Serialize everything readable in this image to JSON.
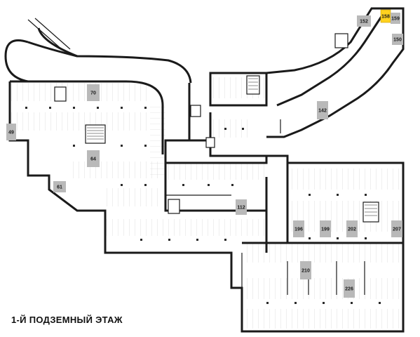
{
  "floor": {
    "title": "1-Й ПОДЗЕМНЫЙ ЭТАЖ"
  },
  "spots": [
    {
      "id": "158",
      "highlighted": true
    },
    {
      "id": "159",
      "highlighted": false
    },
    {
      "id": "152",
      "highlighted": false
    },
    {
      "id": "150",
      "highlighted": false
    },
    {
      "id": "142",
      "highlighted": false
    },
    {
      "id": "70",
      "highlighted": false
    },
    {
      "id": "64",
      "highlighted": false
    },
    {
      "id": "49",
      "highlighted": false
    },
    {
      "id": "61",
      "highlighted": false
    },
    {
      "id": "112",
      "highlighted": false
    },
    {
      "id": "196",
      "highlighted": false
    },
    {
      "id": "199",
      "highlighted": false
    },
    {
      "id": "202",
      "highlighted": false
    },
    {
      "id": "207",
      "highlighted": false
    },
    {
      "id": "210",
      "highlighted": false
    },
    {
      "id": "226",
      "highlighted": false
    }
  ],
  "colors": {
    "highlight": "#ffd21f",
    "spot": "#b9b9b9",
    "wall": "#1a1a1a"
  }
}
